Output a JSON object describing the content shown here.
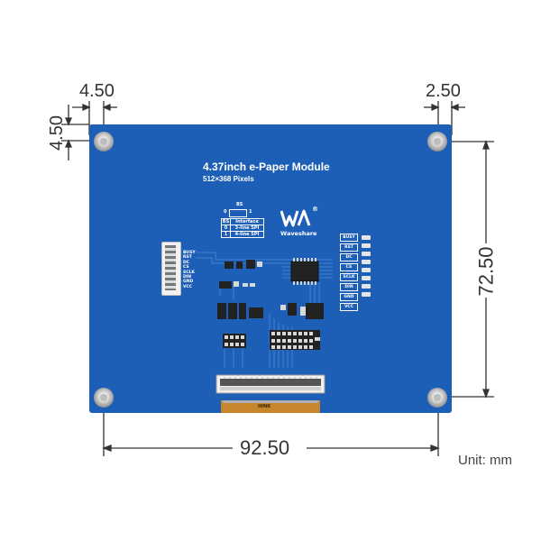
{
  "dimensions": {
    "left_margin": "4.50",
    "top_margin": "4.50",
    "right_margin": "2.50",
    "height": "72.50",
    "width": "92.50",
    "unit": "Unit: mm"
  },
  "board": {
    "title": "4.37inch e-Paper Module",
    "subtitle": "512×368 Pixels",
    "brand": "Waveshare",
    "registered": "®",
    "bs_label": "BS",
    "bs_zero": "0",
    "bs_one": "1",
    "table_header_bs": "BS",
    "table_header_interface": "Interface",
    "table_rows": [
      {
        "bs": "0",
        "interface": "3-line SPI"
      },
      {
        "bs": "1",
        "interface": "4-line SPI"
      }
    ],
    "left_pins": [
      "BUSY",
      "RST",
      "DC",
      "CS",
      "SCLK",
      "DIN",
      "GND",
      "VCC"
    ],
    "right_pins": [
      "BUSY",
      "RST",
      "DC",
      "CS",
      "SCLK",
      "DIN",
      "GND",
      "VCC"
    ],
    "fpc_label": "HINK"
  },
  "colors": {
    "pcb": "#1d5fb7",
    "silkscreen": "#ffffff",
    "dimension_line": "#333333",
    "fpc_tail": "#c8862c"
  }
}
